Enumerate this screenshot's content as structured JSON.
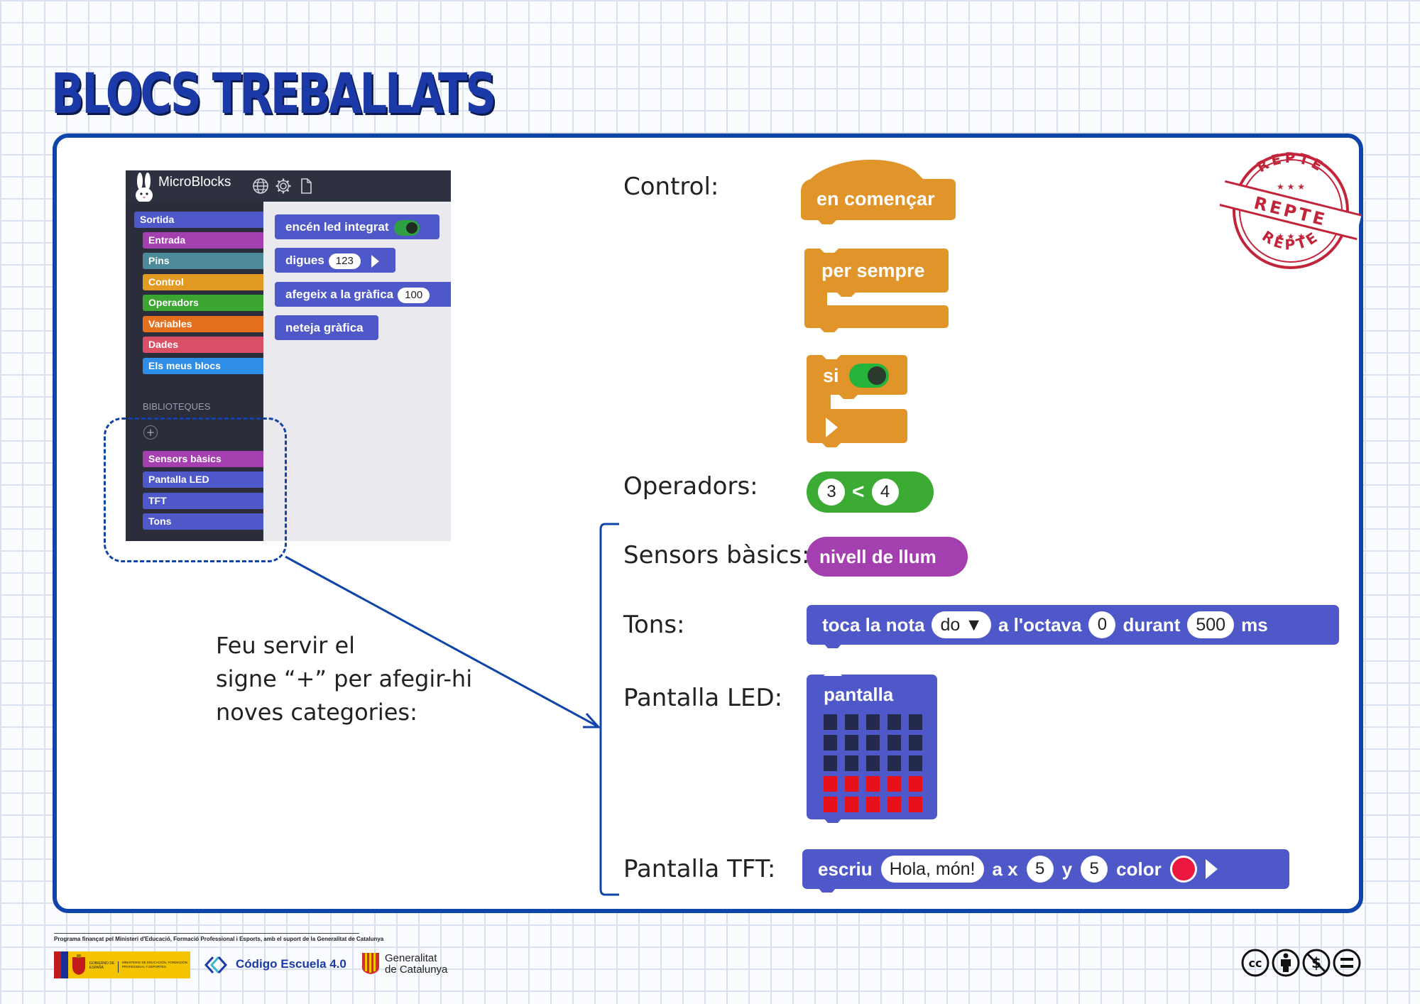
{
  "slide": {
    "title": "BLOCS TREBALLATS",
    "hint_lines": [
      "Feu servir el",
      "signe “+” per afegir-hi",
      "noves categories:"
    ]
  },
  "microblocks": {
    "app_name": "MicroBlocks",
    "icons": [
      "globe-icon",
      "gear-icon",
      "file-icon"
    ],
    "categories": [
      {
        "label": "Sortida",
        "color": "#4f58c8"
      },
      {
        "label": "Entrada",
        "color": "#a43fb0"
      },
      {
        "label": "Pins",
        "color": "#4c8a9a"
      },
      {
        "label": "Control",
        "color": "#e39a22"
      },
      {
        "label": "Operadors",
        "color": "#3ca532"
      },
      {
        "label": "Variables",
        "color": "#e3701f"
      },
      {
        "label": "Dades",
        "color": "#d94f66"
      },
      {
        "label": "Els meus blocs",
        "color": "#2e8de6"
      }
    ],
    "libraries_header": "BIBLIOTEQUES",
    "add_library": "+",
    "libraries": [
      {
        "label": "Sensors bàsics",
        "color": "#a43fb0"
      },
      {
        "label": "Pantalla LED",
        "color": "#4f58c8"
      },
      {
        "label": "TFT",
        "color": "#4f58c8"
      },
      {
        "label": "Tons",
        "color": "#4f58c8"
      }
    ],
    "palette_blocks": {
      "led": "encén led integrat",
      "say": "digues",
      "say_value": "123",
      "graph": "afegeix a la gràfica",
      "graph_value": "100",
      "clear": "neteja gràfica"
    }
  },
  "labels": {
    "control": "Control:",
    "operators": "Operadors:",
    "sensors": "Sensors bàsics:",
    "tones": "Tons:",
    "led": "Pantalla LED:",
    "tft": "Pantalla TFT:"
  },
  "blocks": {
    "when_started": "en començar",
    "forever": "per sempre",
    "if": "si",
    "op_left": "3",
    "op_symbol": "<",
    "op_right": "4",
    "light_level": "nivell de llum",
    "play_note": "toca la nota",
    "note": "do ▼",
    "octave_label": "a l'octava",
    "octave": "0",
    "duration_label": "durant",
    "duration": "500",
    "ms": "ms",
    "display": "pantalla",
    "led_grid": {
      "rows": 5,
      "cols": 5,
      "lit_rows": [
        3,
        4
      ],
      "off_color": "#232a4e",
      "on_color": "#e8101a"
    },
    "write": "escriu",
    "write_text": "Hola, món!",
    "x_label": "a x",
    "x_value": "5",
    "y_label": "y",
    "y_value": "5",
    "color_label": "color",
    "color_value": "#ec1840"
  },
  "colors": {
    "control": "#e1942a",
    "operators": "#3bab33",
    "sensors": "#a43fb0",
    "blue_blocks": "#4f58c8",
    "frame": "#0f44a8",
    "stamp": "#c2243a"
  },
  "stamp": {
    "text": "REPTE",
    "stars": "★ ★ ★"
  },
  "footer": {
    "program_note": "Programa finançat pel Ministeri d'Educació, Formació Professional i Esports, amb el suport de la Generalitat de Catalunya",
    "gov_left": "GOBIERNO DE ESPAÑA",
    "gov_ministry": "MINISTERIO DE EDUCACIÓN, FORMACIÓN PROFESIONAL Y DEPORTES",
    "codigo": "Código Escuela 4.0",
    "generalitat_1": "Generalitat",
    "generalitat_2": "de Catalunya",
    "license_icons": [
      "cc-icon",
      "by-icon",
      "nc-icon",
      "nd-icon"
    ]
  }
}
